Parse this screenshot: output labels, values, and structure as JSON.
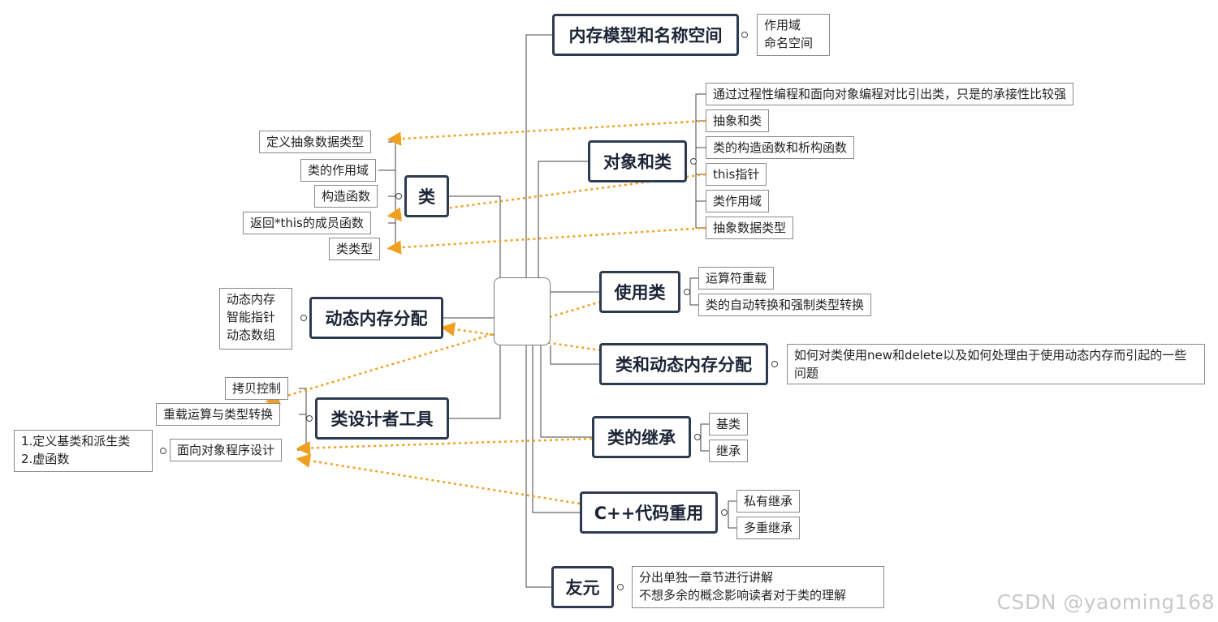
{
  "center_topic": "",
  "branches": {
    "memory_model": {
      "title": "内存模型和名称空间",
      "items": [
        "作用域",
        "命名空间"
      ]
    },
    "objects_classes": {
      "title": "对象和类",
      "items": [
        "通过过程性编程和面向对象编程对比引出类，只是的承接性比较强",
        "抽象和类",
        "类的构造函数和析构函数",
        "this指针",
        "类作用域",
        "抽象数据类型"
      ]
    },
    "using_classes": {
      "title": "使用类",
      "items": [
        "运算符重载",
        "类的自动转换和强制类型转换"
      ]
    },
    "class_dynamic_memory": {
      "title": "类和动态内存分配",
      "items": [
        "如何对类使用new和delete以及如何处理由于使用动态内存而引起的一些问题"
      ]
    },
    "inheritance": {
      "title": "类的继承",
      "items": [
        "基类",
        "继承"
      ]
    },
    "code_reuse": {
      "title": "C++代码重用",
      "items": [
        "私有继承",
        "多重继承"
      ]
    },
    "friends": {
      "title": "友元",
      "items": [
        "分出单独一章节进行讲解",
        "不想多余的概念影响读者对于类的理解"
      ]
    },
    "klass": {
      "title": "类",
      "items": [
        "定义抽象数据类型",
        "类的作用域",
        "构造函数",
        "返回*this的成员函数",
        "类类型"
      ]
    },
    "dynamic_memory": {
      "title": "动态内存分配",
      "items": [
        "动态内存",
        "智能指针",
        "动态数组"
      ]
    },
    "designer_tools": {
      "title": "类设计者工具",
      "items": [
        "拷贝控制",
        "重载运算与类型转换",
        "面向对象程序设计"
      ]
    },
    "oop_details": {
      "items": [
        "1.定义基类和派生类",
        "2.虚函数"
      ]
    }
  },
  "watermark": "CSDN @yaoming168",
  "colors": {
    "node_border": "#2e3a4f",
    "line": "#444444",
    "relation": "#f0a020",
    "leaf_border": "#8a8a8a"
  }
}
